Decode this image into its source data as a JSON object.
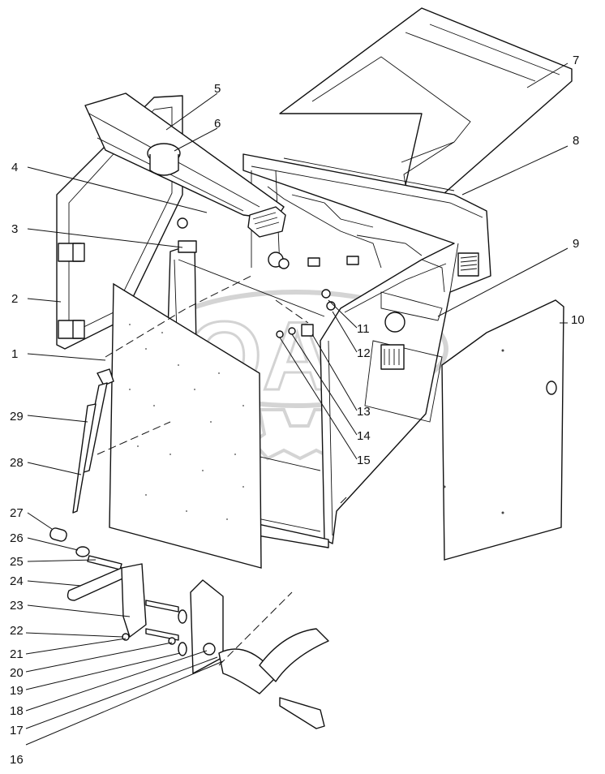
{
  "watermark": {
    "text": "OAX"
  },
  "callouts": [
    {
      "id": "c1",
      "label": "1"
    },
    {
      "id": "c2",
      "label": "2"
    },
    {
      "id": "c3",
      "label": "3"
    },
    {
      "id": "c4",
      "label": "4"
    },
    {
      "id": "c5",
      "label": "5"
    },
    {
      "id": "c6",
      "label": "6"
    },
    {
      "id": "c7",
      "label": "7"
    },
    {
      "id": "c8",
      "label": "8"
    },
    {
      "id": "c9",
      "label": "9"
    },
    {
      "id": "c10",
      "label": "10"
    },
    {
      "id": "c11",
      "label": "11"
    },
    {
      "id": "c12",
      "label": "12"
    },
    {
      "id": "c13",
      "label": "13"
    },
    {
      "id": "c14",
      "label": "14"
    },
    {
      "id": "c15",
      "label": "15"
    },
    {
      "id": "c16",
      "label": "16"
    },
    {
      "id": "c17",
      "label": "17"
    },
    {
      "id": "c18",
      "label": "18"
    },
    {
      "id": "c19",
      "label": "19"
    },
    {
      "id": "c20",
      "label": "20"
    },
    {
      "id": "c21",
      "label": "21"
    },
    {
      "id": "c22",
      "label": "22"
    },
    {
      "id": "c23",
      "label": "23"
    },
    {
      "id": "c24",
      "label": "24"
    },
    {
      "id": "c25",
      "label": "25"
    },
    {
      "id": "c26",
      "label": "26"
    },
    {
      "id": "c27",
      "label": "27"
    },
    {
      "id": "c28",
      "label": "28"
    },
    {
      "id": "c29",
      "label": "29"
    }
  ]
}
